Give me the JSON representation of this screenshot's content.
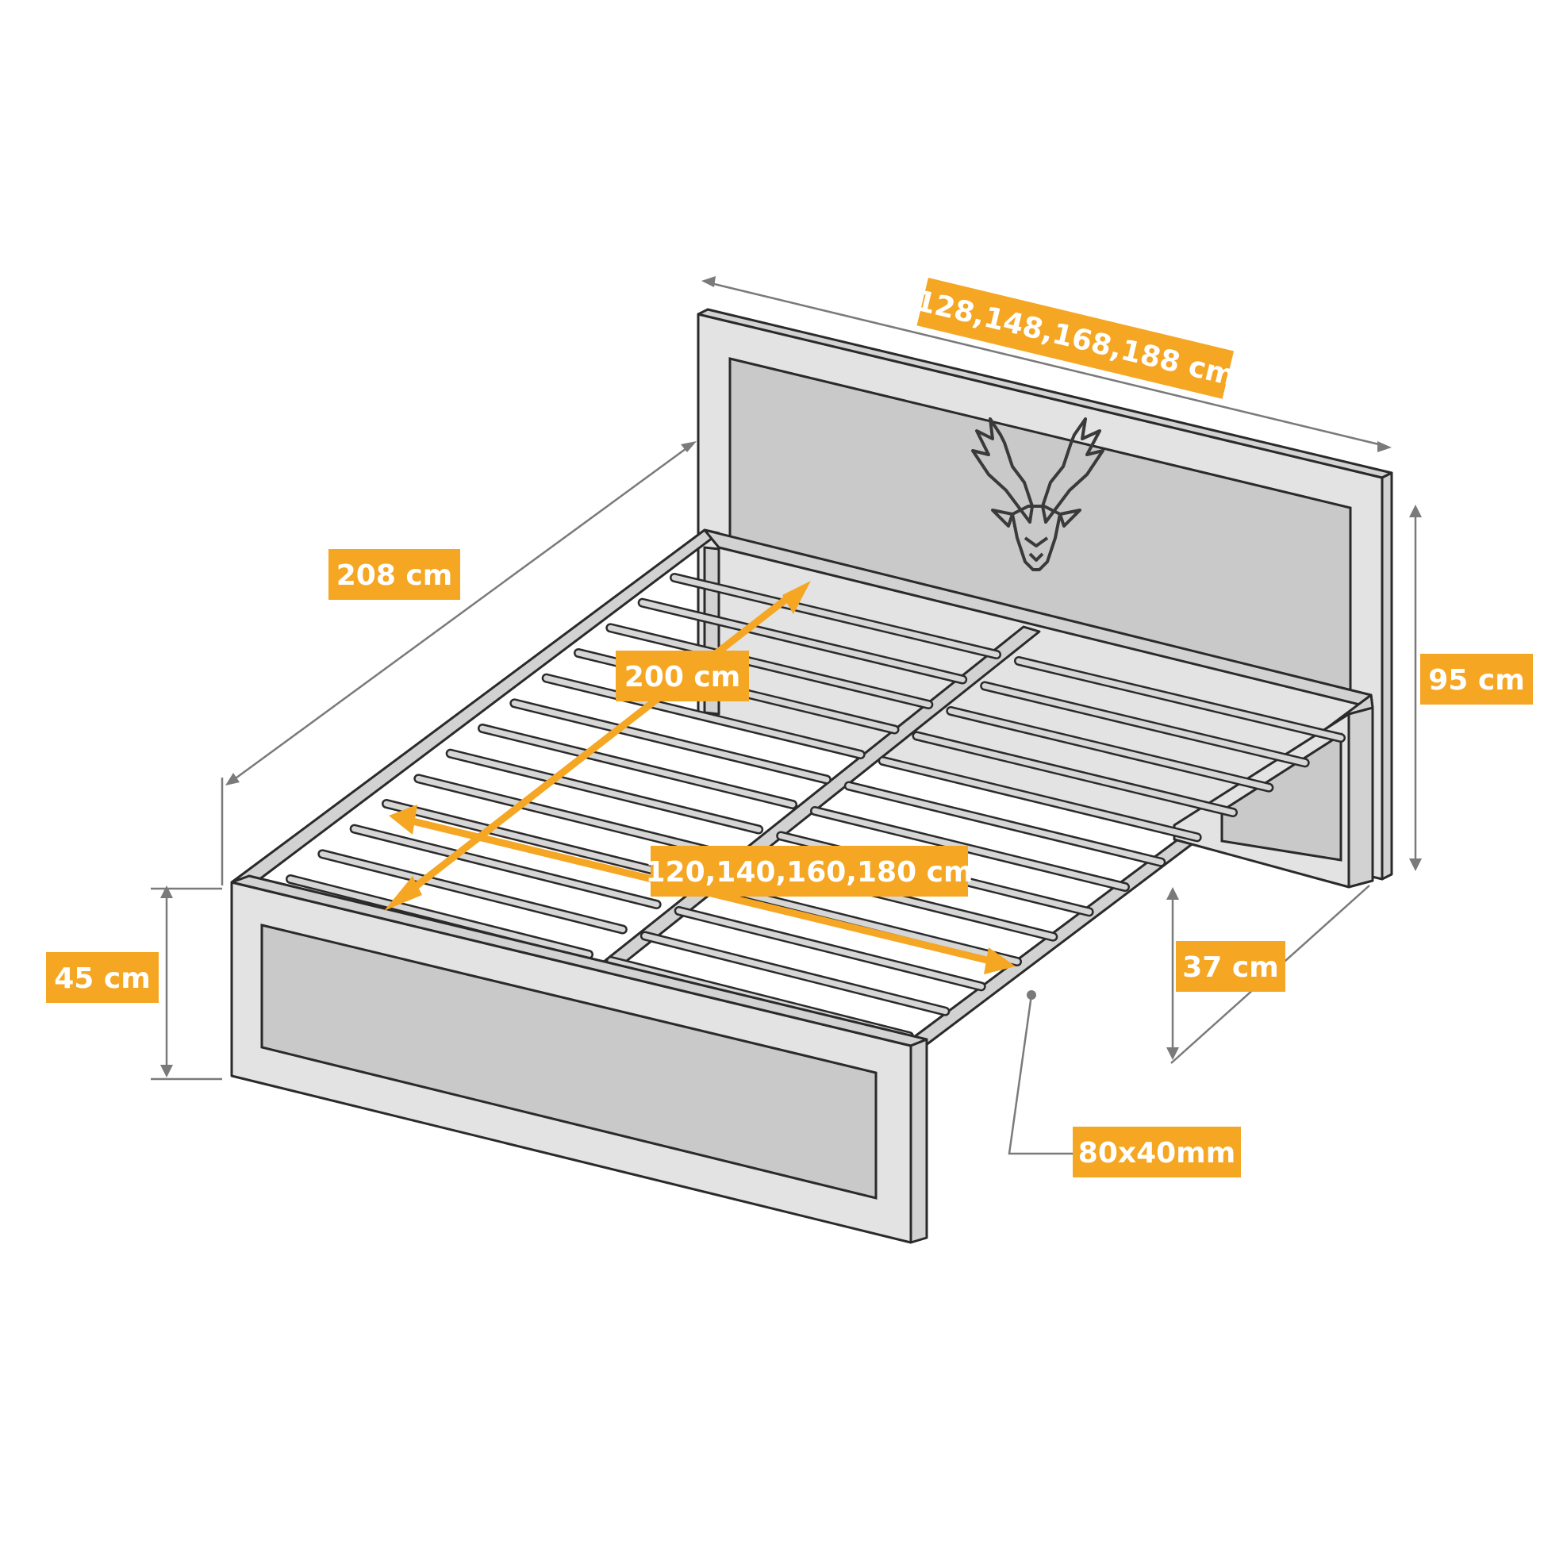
{
  "labels": {
    "width_headboard": "128,148,168,188 cm",
    "length_total": "208 cm",
    "length_inner": "200 cm",
    "width_inner": "120,140,160,180 cm",
    "height_headboard": "95 cm",
    "height_footboard": "45 cm",
    "clearance": "37 cm",
    "profile": "80x40mm"
  },
  "colors": {
    "label_background": "#f5a623",
    "label_text": "#ffffff",
    "frame_fill": "#d2d2d2",
    "outline": "#2a2a2a",
    "dimension_line": "#7a7a7a"
  },
  "icons": {
    "headboard_motif": "deer-head-icon"
  }
}
